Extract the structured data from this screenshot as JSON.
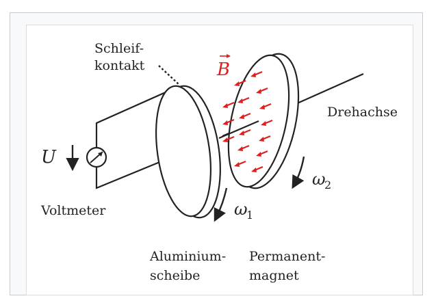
{
  "labels": {
    "sliding_contact_line1": "Schleif-",
    "sliding_contact_line2": "kontakt",
    "magnetic_field_symbol": "B",
    "axis_of_rotation": "Drehachse",
    "voltage_symbol": "U",
    "voltmeter": "Voltmeter",
    "omega1_base": "ω",
    "omega1_sub": "1",
    "omega2_base": "ω",
    "omega2_sub": "2",
    "aluminium_disk_line1": "Aluminium-",
    "aluminium_disk_line2": "scheibe",
    "permanent_magnet_line1": "Permanent-",
    "permanent_magnet_line2": "magnet"
  },
  "colors": {
    "field": "#dd1f1f",
    "line": "#222222",
    "frame_background": "#f8f9fa",
    "frame_border": "#c8ccd1"
  },
  "icons": {
    "voltmeter": "voltmeter-icon",
    "field_vector": "field-arrow-icon"
  }
}
